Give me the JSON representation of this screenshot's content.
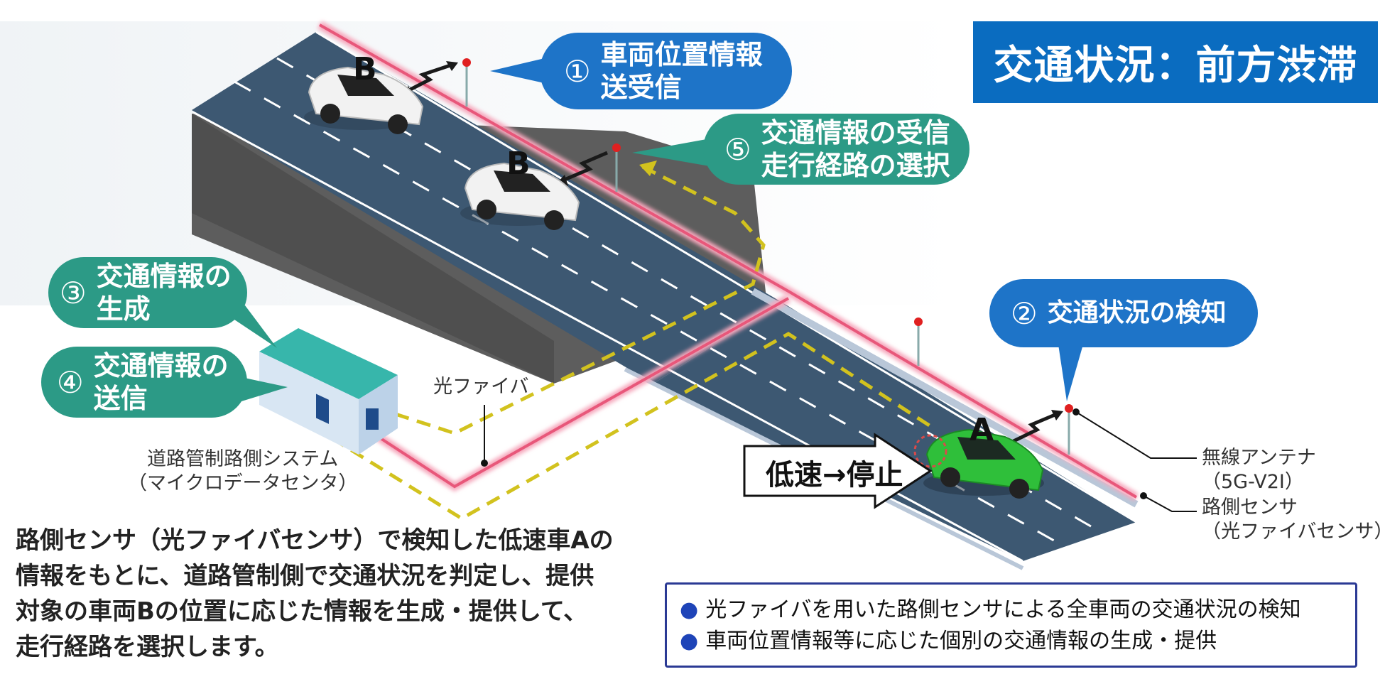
{
  "title": "交通状況：前方渋滞",
  "bubbles": {
    "b1": {
      "num": "①",
      "line1": "車両位置情報",
      "line2": "送受信"
    },
    "b2": {
      "num": "②",
      "line1": "交通状況の検知"
    },
    "b3": {
      "num": "③",
      "line1": "交通情報の",
      "line2": "生成"
    },
    "b4": {
      "num": "④",
      "line1": "交通情報の",
      "line2": "送信"
    },
    "b5": {
      "num": "⑤",
      "line1": "交通情報の受信",
      "line2": "走行経路の選択"
    }
  },
  "labels": {
    "fiber": "光ファイバ",
    "system_line1": "道路管制路側システム",
    "system_line2": "（マイクロデータセンタ）",
    "antenna_line1": "無線アンテナ",
    "antenna_line2": "（5G-V2I）",
    "sensor_line1": "路側センサ",
    "sensor_line2": "（光ファイバセンサ）",
    "lowspeed": "低速→停止"
  },
  "cars": {
    "b": "B",
    "a": "A"
  },
  "description": [
    "路側センサ（光ファイバセンサ）で検知した低速車Aの",
    "情報をもとに、道路管制側で交通状況を判定し、提供",
    "対象の車両Bの位置に応じた情報を生成・提供して、",
    "走行経路を選択します。"
  ],
  "points": {
    "bullet": "●",
    "items": [
      "光ファイバを用いた路側センサによる全車両の交通状況の検知",
      "車両位置情報等に応じた個別の交通情報の生成・提供"
    ]
  },
  "colors": {
    "title_bg": "#0a6cc0",
    "bubble_blue": "#1e74c8",
    "bubble_teal": "#2c9a86",
    "road": "#3d5872",
    "fiber_line": "#e8577a",
    "data_path": "#d2c21e",
    "car_a": "#2fbf3a",
    "car_b": "#f2f2f2"
  }
}
